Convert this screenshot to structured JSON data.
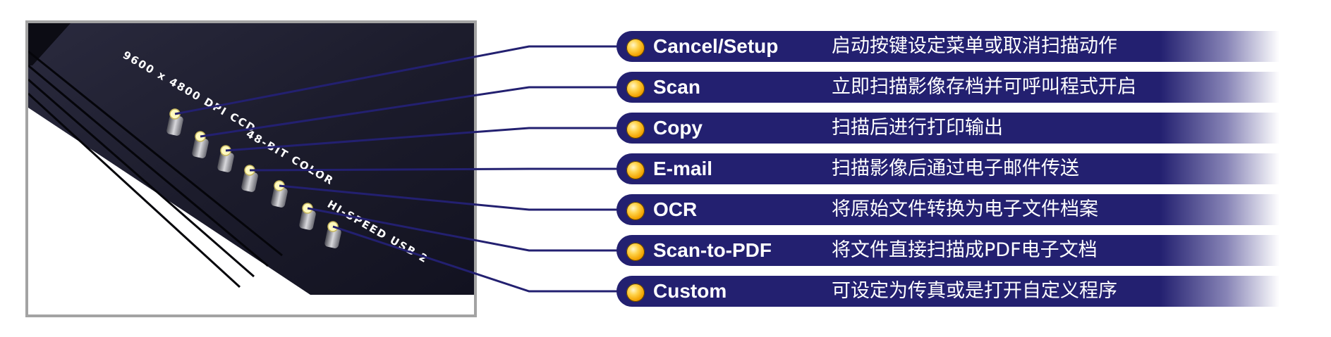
{
  "device": {
    "printed_text": [
      "9600 x 4800 DPI CCD",
      "48-BIT COLOR",
      "HI-SPEED USB 2"
    ]
  },
  "colors": {
    "pill_bg": "#232070",
    "connector": "#232070",
    "bullet": "#f2a200",
    "frame": "#a3a3a3",
    "led": "#fffac0"
  },
  "buttons": [
    {
      "label": "Cancel/Setup",
      "description": "启动按键设定菜单或取消扫描动作"
    },
    {
      "label": "Scan",
      "description": "立即扫描影像存档并可呼叫程式开启"
    },
    {
      "label": "Copy",
      "description": "扫描后进行打印输出"
    },
    {
      "label": "E-mail",
      "description": "扫描影像后通过电子邮件传送"
    },
    {
      "label": "OCR",
      "description": "将原始文件转换为电子文件档案"
    },
    {
      "label": "Scan-to-PDF",
      "description": "将文件直接扫描成PDF电子文档"
    },
    {
      "label": "Custom",
      "description": "可设定为传真或是打开自定义程序"
    }
  ]
}
